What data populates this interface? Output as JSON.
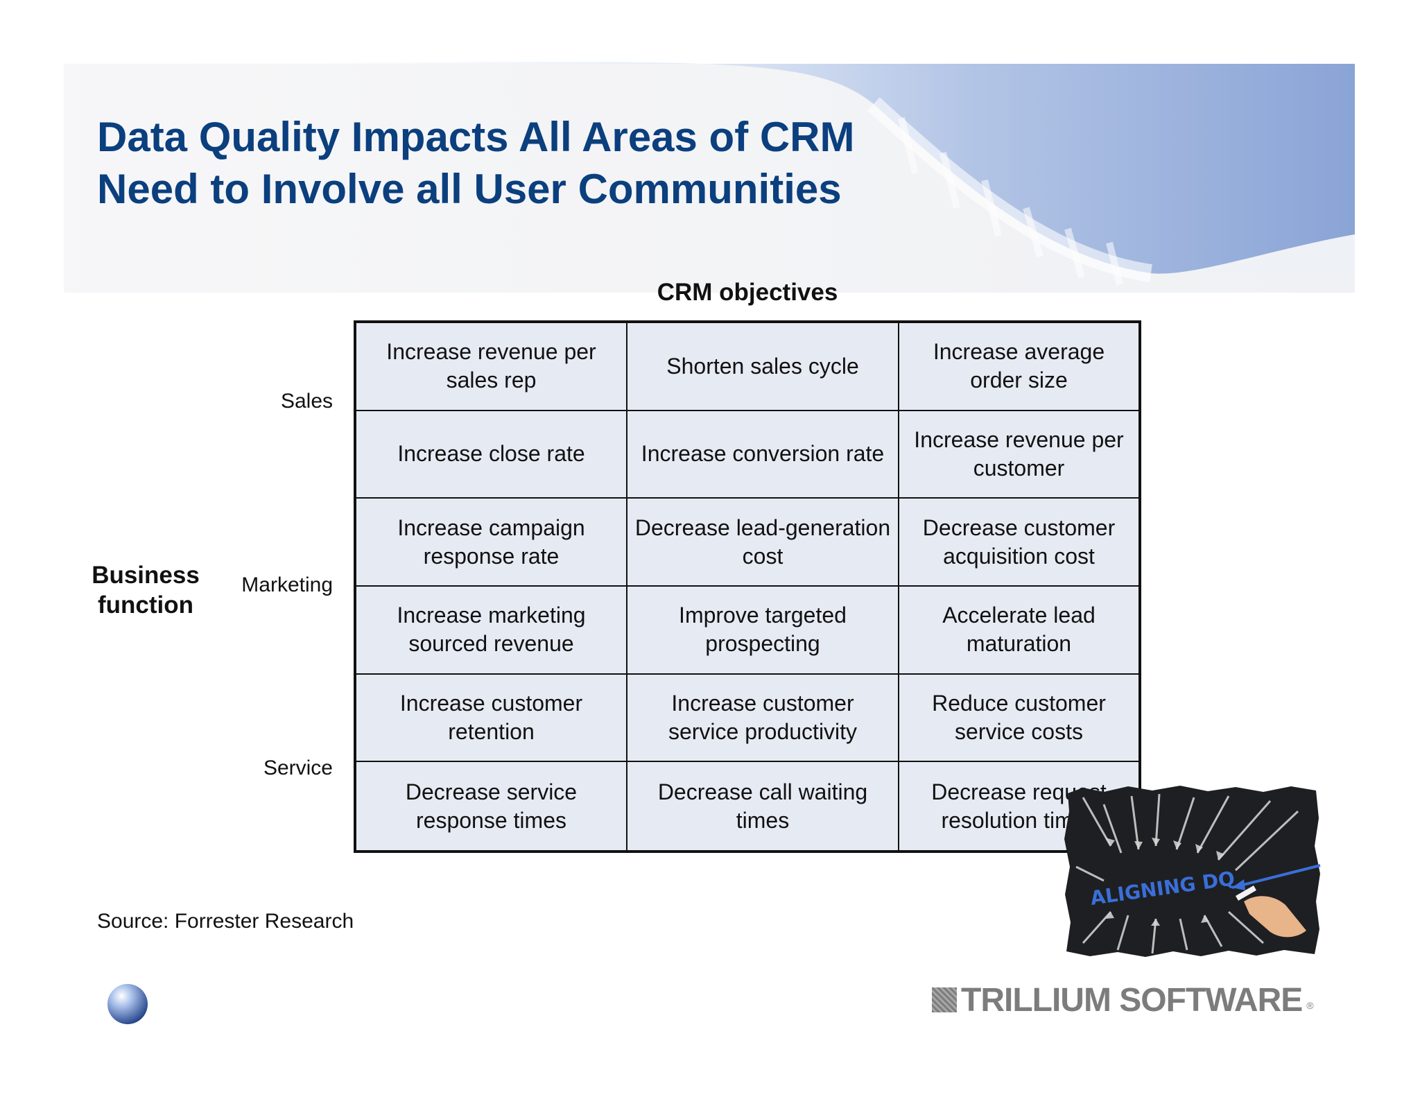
{
  "slide": {
    "title_line1": "Data Quality Impacts All Areas of CRM",
    "title_line2": "Need to Involve all User Communities",
    "source": "Source: Forrester Research"
  },
  "matrix": {
    "column_header": "CRM objectives",
    "row_axis_label": "Business function",
    "row_groups": [
      "Sales",
      "Marketing",
      "Service"
    ],
    "rows": [
      [
        "Increase revenue per sales rep",
        "Shorten sales cycle",
        "Increase average order size"
      ],
      [
        "Increase close rate",
        "Increase conversion rate",
        "Increase revenue per customer"
      ],
      [
        "Increase campaign response rate",
        "Decrease lead-generation cost",
        "Decrease customer acquisition cost"
      ],
      [
        "Increase marketing sourced revenue",
        "Improve targeted prospecting",
        "Accelerate lead maturation"
      ],
      [
        "Increase customer retention",
        "Increase customer service productivity",
        "Reduce customer service costs"
      ],
      [
        "Decrease service response times",
        "Decrease call waiting times",
        "Decrease request resolution times"
      ]
    ]
  },
  "image": {
    "chalk_text": "ALIGNING DQ"
  },
  "logo": {
    "text": "TRILLIUM SOFTWARE",
    "registered": "®"
  },
  "colors": {
    "title": "#0b3f7e",
    "cell_fill": "#e6eaf3",
    "band": "#8ea8d8"
  }
}
